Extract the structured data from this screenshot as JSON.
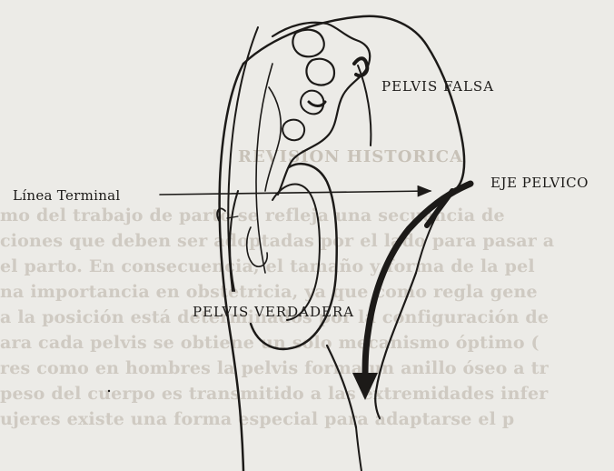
{
  "labels": {
    "pelvis_falsa": "PELVIS FALSA",
    "eje_pelvico": "EJE PELVICO",
    "linea_terminal": "Línea Terminal",
    "pelvis_verdadera": "PELVIS VERDADERA"
  },
  "background_text": {
    "heading": "REVISION HISTORICA",
    "lines": [
      "mo del trabajo de parto se refleja una secuencia de",
      "ciones que deben ser adoptadas por el lado para pasar a",
      "el parto. En consecuencia, el tamaño y forma de la pel",
      "na importancia en obstetricia, ya que como regla gene",
      "a la posición está determinados por la configuración de",
      "ara cada pelvis se obtiene un solo mecanismo óptimo (",
      "res como en hombres la pelvis forma un anillo óseo a tr",
      "peso del cuerpo es transmitido a las extremidades infer",
      "ujeres existe una forma especial para adaptarse el p"
    ]
  },
  "colors": {
    "ink": "#1c1a18",
    "paper": "#ecebe7",
    "bleed_through": "#cfcac2"
  }
}
